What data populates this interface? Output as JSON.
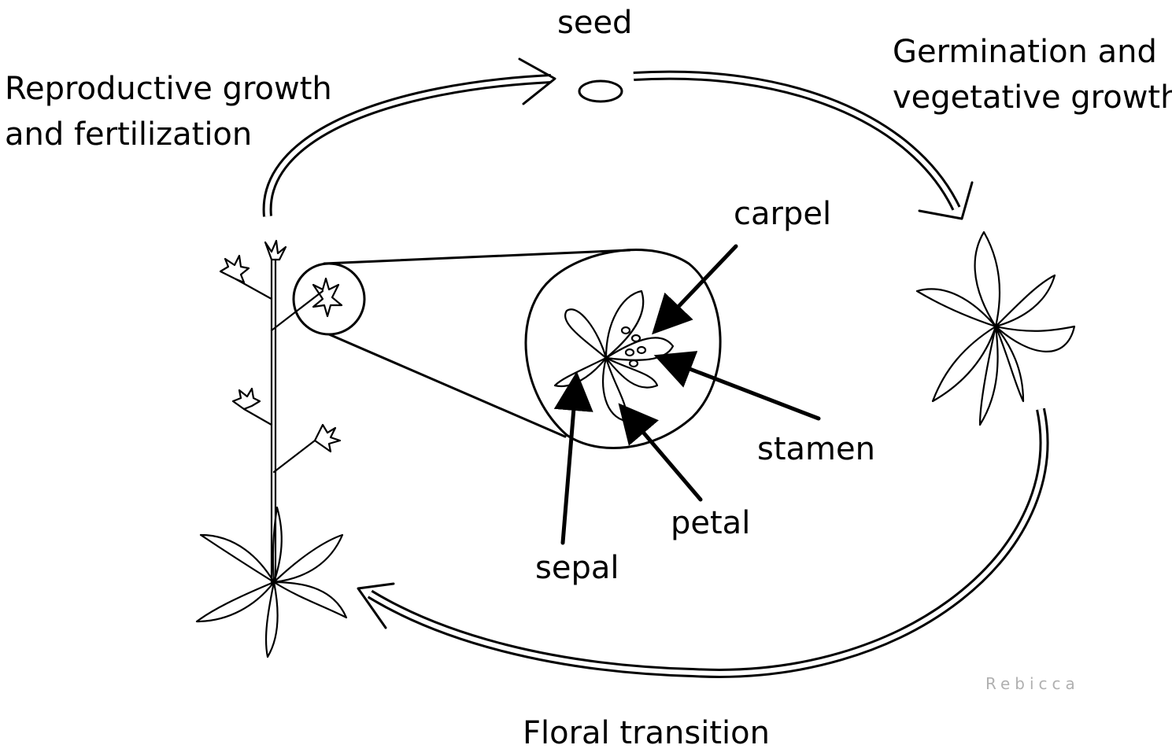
{
  "labels": {
    "seed": "seed",
    "germination": [
      "Germination and",
      "vegetative growth"
    ],
    "reproductive": [
      "Reproductive growth",
      "and fertilization"
    ],
    "floral_transition": "Floral transition",
    "carpel": "carpel",
    "stamen": "stamen",
    "petal": "petal",
    "sepal": "sepal"
  },
  "signature": "Rebicca"
}
